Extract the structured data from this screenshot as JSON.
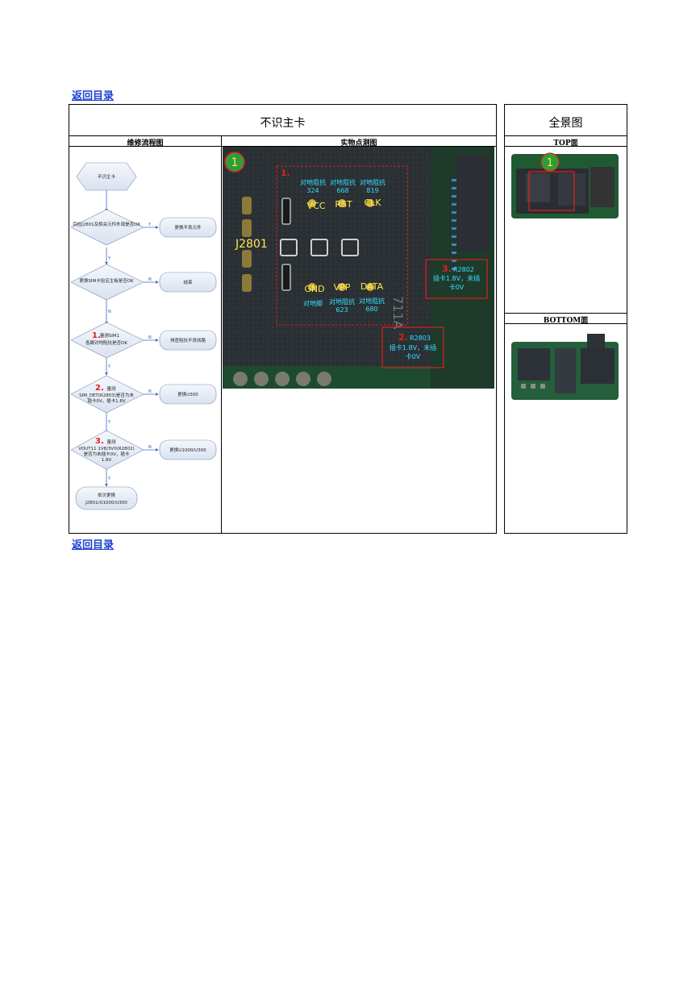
{
  "nav": {
    "top_link": "返回目录",
    "bottom_link": "返回目录"
  },
  "main_title": "不识主卡",
  "overview_title": "全景图",
  "col_flow": "维修流程图",
  "col_photo": "实物点测图",
  "col_top": "TOP面",
  "col_bottom": "BOTTOM面",
  "flow": {
    "start": "不识主卡",
    "step1": "目检J2801及相关元件外观是否OK",
    "step1_no": "更换不良元件",
    "step2": "更换SIM卡验证主板是否OK",
    "step2_no": "结束",
    "step3_num": "1.",
    "step3": "量测SIM1",
    "step3b": "各脚对地阻抗是否OK",
    "step3_no": "排查阻抗不良线路",
    "step4_num": "2.",
    "step4": "量测",
    "step4b": "SIM_DET(R2803)是否为未",
    "step4c": "插卡0V，插卡1.8V",
    "step4_no": "更换U300",
    "step5_num": "3.",
    "step5": "量测",
    "step5b": "VOUT11 1V8/3V0(R2802)",
    "step5c": "是否为未插卡0V，插卡",
    "step5d": "1.8V",
    "step5_no": "更换U1000/U300",
    "end": "依次更换",
    "end_b": "J2801/U1000/U300",
    "yes": "Y",
    "no": "N"
  },
  "photo": {
    "badge": "1",
    "region_num": "1.",
    "connector": "J2801",
    "pins_top": [
      {
        "name": "VCC",
        "imp_label": "对地阻抗",
        "imp": "324"
      },
      {
        "name": "RST",
        "imp_label": "对地阻抗",
        "imp": "668"
      },
      {
        "name": "CLK",
        "imp_label": "对地阻抗",
        "imp": "819"
      }
    ],
    "pins_bottom": [
      {
        "name": "GND",
        "imp_label": "对地脚",
        "imp": ""
      },
      {
        "name": "VPP",
        "imp_label": "对地阻抗",
        "imp": "623"
      },
      {
        "name": "DATA",
        "imp_label": "对地阻抗",
        "imp": "680"
      }
    ],
    "r2802": {
      "num": "3.",
      "ref": "R2802",
      "text1": "插卡1.8V，未插",
      "text2": "卡0V"
    },
    "r2803": {
      "num": "2.",
      "ref": "R2803",
      "text1": "插卡1.8V，未插",
      "text2": "卡0V"
    },
    "silk": "711A"
  },
  "top_badge": "1",
  "colors": {
    "link": "#1a3fd4",
    "red": "#e0201a",
    "cyan": "#33e0ff",
    "yellow": "#ffe84a",
    "badge": "#2e9e3c"
  }
}
